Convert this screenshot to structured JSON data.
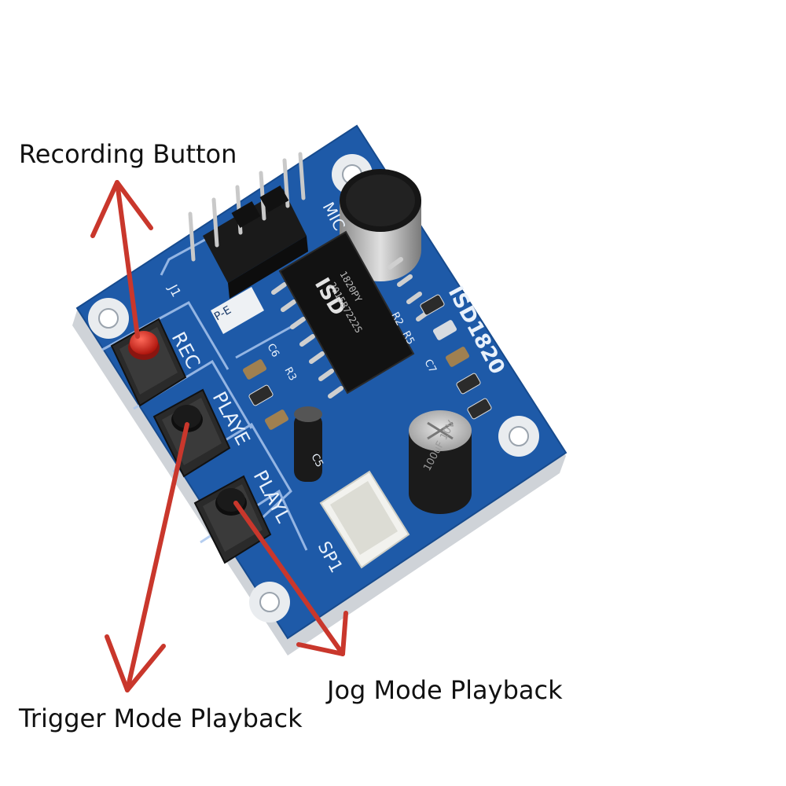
{
  "labels": {
    "recording": "Recording Button",
    "jog": "Jog Mode Playback",
    "trigger": "Trigger Mode Playback"
  },
  "board": {
    "model": "ISD1820",
    "silk": {
      "rec": "REC",
      "playe": "PLAYE",
      "playl": "PLAYL",
      "mic": "MIC",
      "sp": "SP1",
      "j1": "J1",
      "pe": "P-E",
      "c6": "C6",
      "r3": "R3",
      "c5": "C5",
      "r2": "R2",
      "r5": "R5",
      "c7": "C7"
    },
    "chip": {
      "logo": "ISD",
      "line1": "1820PY",
      "line2": "2015B7222S"
    },
    "capacitor_text": "100uF 10V"
  },
  "colors": {
    "pcb": "#1e5aa8",
    "arrow": "#c9372c",
    "button_red": "#d8281e",
    "text": "#111111"
  }
}
